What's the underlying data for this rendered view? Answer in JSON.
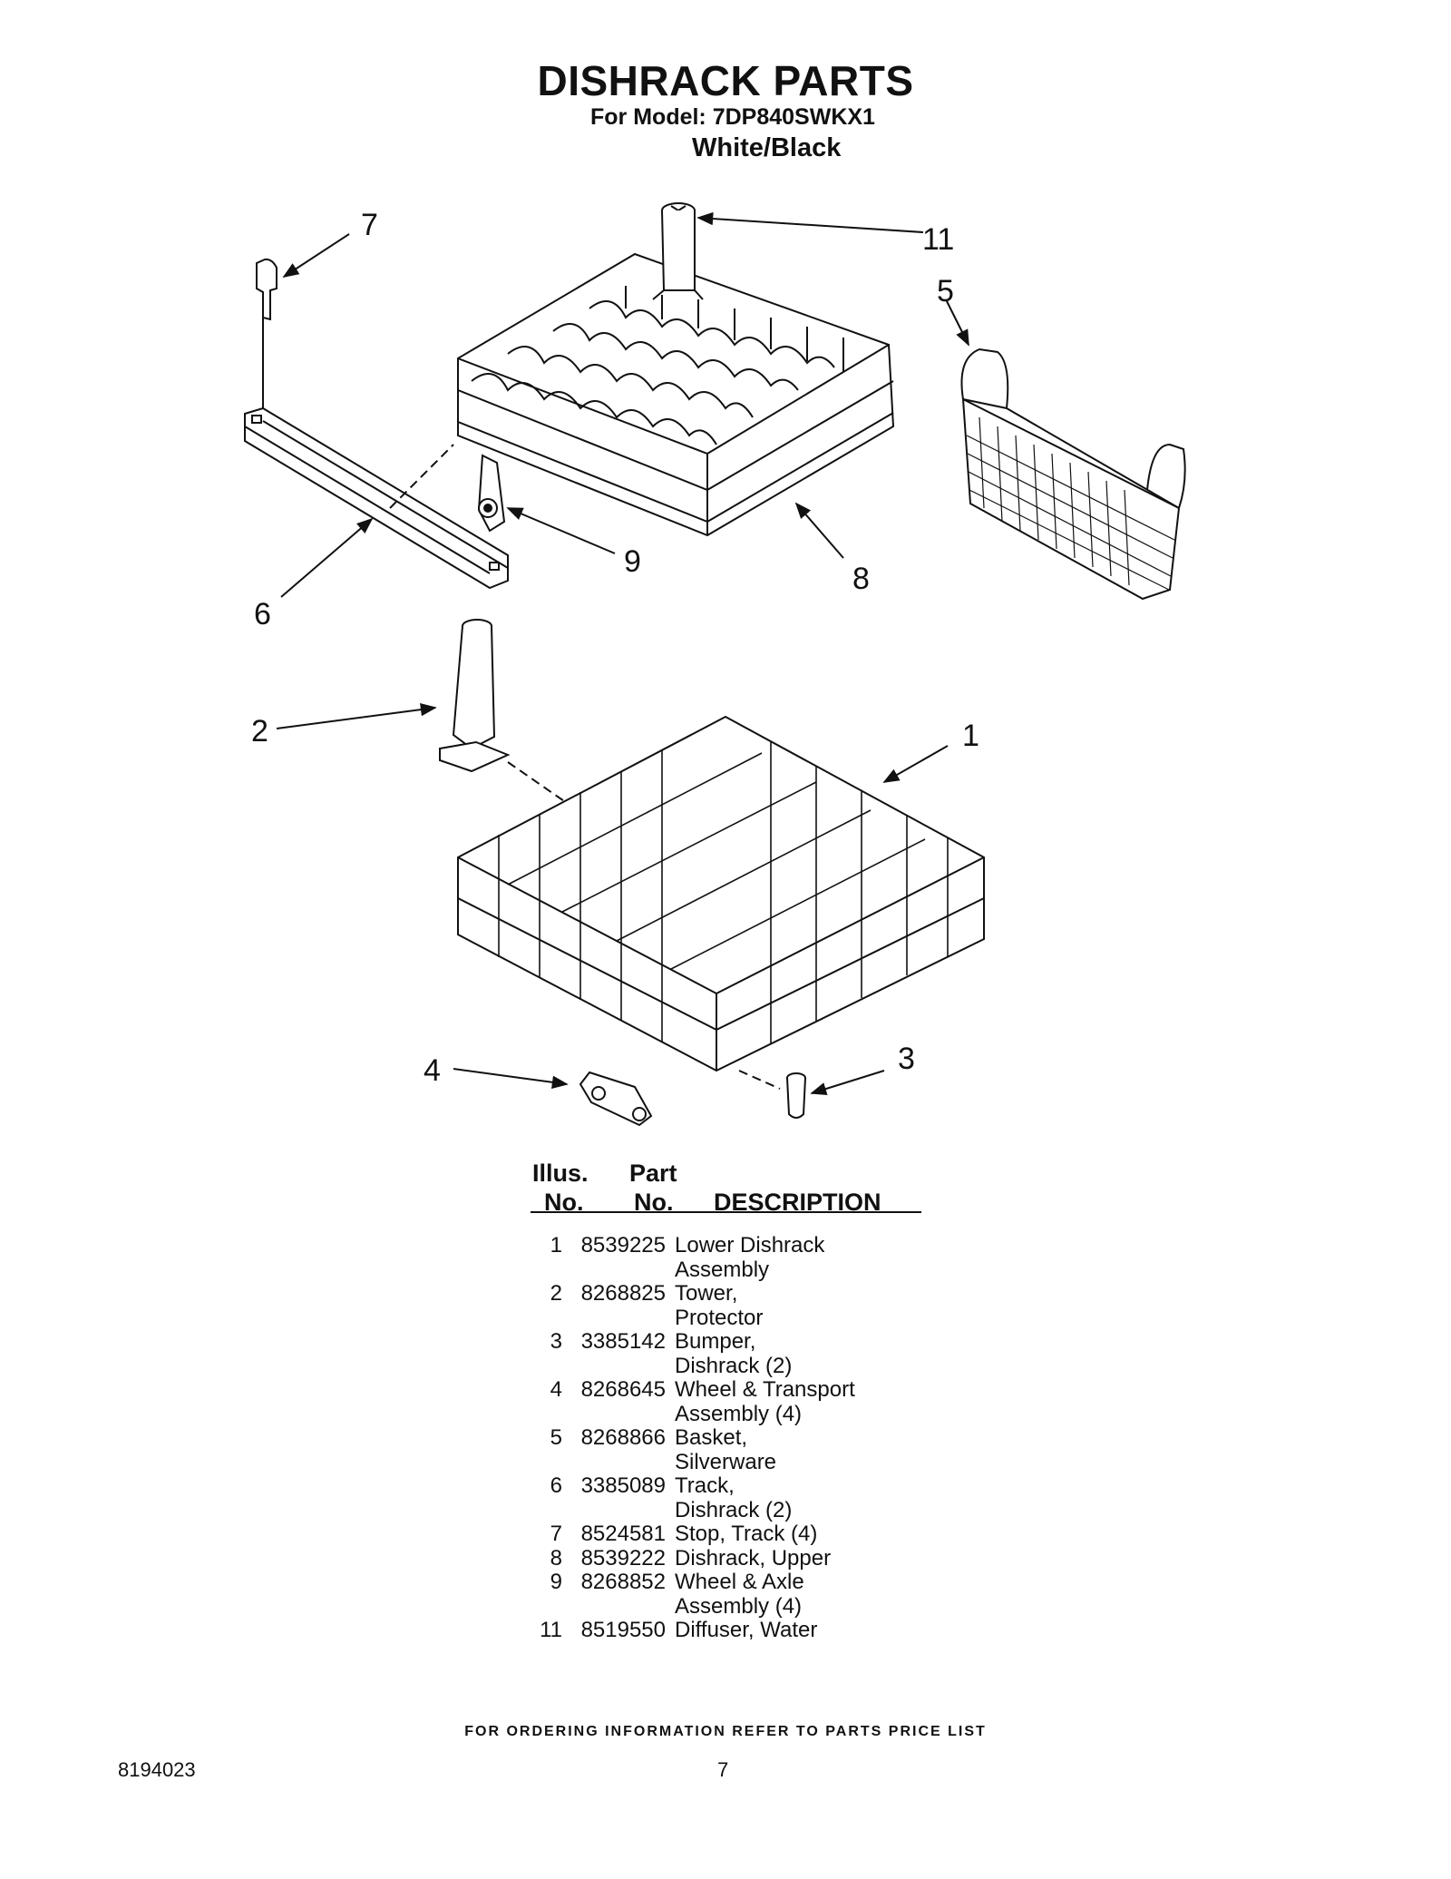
{
  "header": {
    "title": "DISHRACK PARTS",
    "model_line": "For Model: 7DP840SWKX1",
    "color_line": "White/Black"
  },
  "callouts": [
    "1",
    "2",
    "3",
    "4",
    "5",
    "6",
    "7",
    "8",
    "9",
    "11"
  ],
  "table": {
    "headers": {
      "illus_top": "Illus.",
      "illus_bottom": "No.",
      "part_top": "Part",
      "part_bottom": "No.",
      "description": "DESCRIPTION"
    },
    "rows": [
      {
        "illus": "1",
        "part": "8539225",
        "desc1": "Lower Dishrack",
        "desc2": "Assembly"
      },
      {
        "illus": "2",
        "part": "8268825",
        "desc1": "Tower,",
        "desc2": "Protector"
      },
      {
        "illus": "3",
        "part": "3385142",
        "desc1": "Bumper,",
        "desc2": "Dishrack (2)"
      },
      {
        "illus": "4",
        "part": "8268645",
        "desc1": "Wheel & Transport",
        "desc2": "Assembly (4)"
      },
      {
        "illus": "5",
        "part": "8268866",
        "desc1": "Basket,",
        "desc2": "Silverware"
      },
      {
        "illus": "6",
        "part": "3385089",
        "desc1": "Track,",
        "desc2": "Dishrack (2)"
      },
      {
        "illus": "7",
        "part": "8524581",
        "desc1": "Stop, Track (4)",
        "desc2": ""
      },
      {
        "illus": "8",
        "part": "8539222",
        "desc1": "Dishrack, Upper",
        "desc2": ""
      },
      {
        "illus": "9",
        "part": "8268852",
        "desc1": "Wheel & Axle",
        "desc2": "Assembly (4)"
      },
      {
        "illus": "11",
        "part": "8519550",
        "desc1": "Diffuser, Water",
        "desc2": ""
      }
    ]
  },
  "footer": {
    "ordering_note": "FOR ORDERING INFORMATION REFER TO PARTS PRICE LIST",
    "doc_number": "8194023",
    "page_number": "7"
  }
}
